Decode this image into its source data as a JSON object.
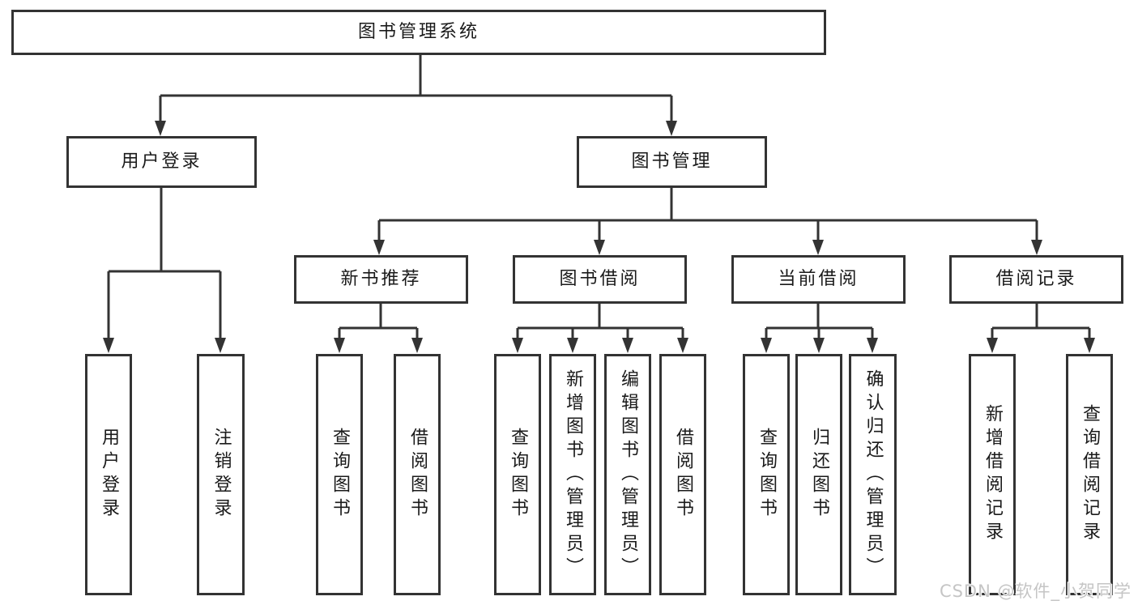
{
  "diagram": {
    "tree": {
      "root": {
        "label": "图书管理系统"
      },
      "user_login": {
        "label": "用户登录",
        "children": [
          {
            "label": "用户登录"
          },
          {
            "label": "注销登录"
          }
        ]
      },
      "book_management": {
        "label": "图书管理",
        "modules": [
          {
            "label": "新书推荐",
            "children": [
              {
                "label": "查询图书"
              },
              {
                "label": "借阅图书"
              }
            ]
          },
          {
            "label": "图书借阅",
            "children": [
              {
                "label": "查询图书"
              },
              {
                "label": "新增图书（管理员）"
              },
              {
                "label": "编辑图书（管理员）"
              },
              {
                "label": "借阅图书"
              }
            ]
          },
          {
            "label": "当前借阅",
            "children": [
              {
                "label": "查询图书"
              },
              {
                "label": "归还图书"
              },
              {
                "label": "确认归还（管理员）"
              }
            ]
          },
          {
            "label": "借阅记录",
            "children": [
              {
                "label": "新增借阅记录"
              },
              {
                "label": "查询借阅记录"
              }
            ]
          }
        ]
      }
    }
  },
  "watermark": {
    "text": "CSDN @软件_小贺同学"
  },
  "colors": {
    "line": "#333333",
    "text": "#1a1a1a",
    "box_background": "#ffffff",
    "background": "#ffffff",
    "watermark": "#c5c5c5"
  }
}
